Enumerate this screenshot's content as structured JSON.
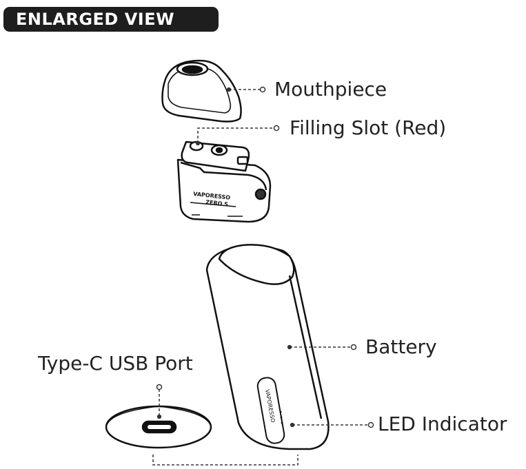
{
  "header": {
    "title": "ENLARGED VIEW"
  },
  "labels": {
    "mouthpiece": "Mouthpiece",
    "filling_slot": "Filling Slot (Red)",
    "battery": "Battery",
    "usb_port": "Type-C USB Port",
    "led": "LED Indicator"
  },
  "engravings": {
    "pod_brand": "VAPORESSO",
    "pod_model": "ZERO S",
    "battery_brand": "VAPORESSO"
  }
}
